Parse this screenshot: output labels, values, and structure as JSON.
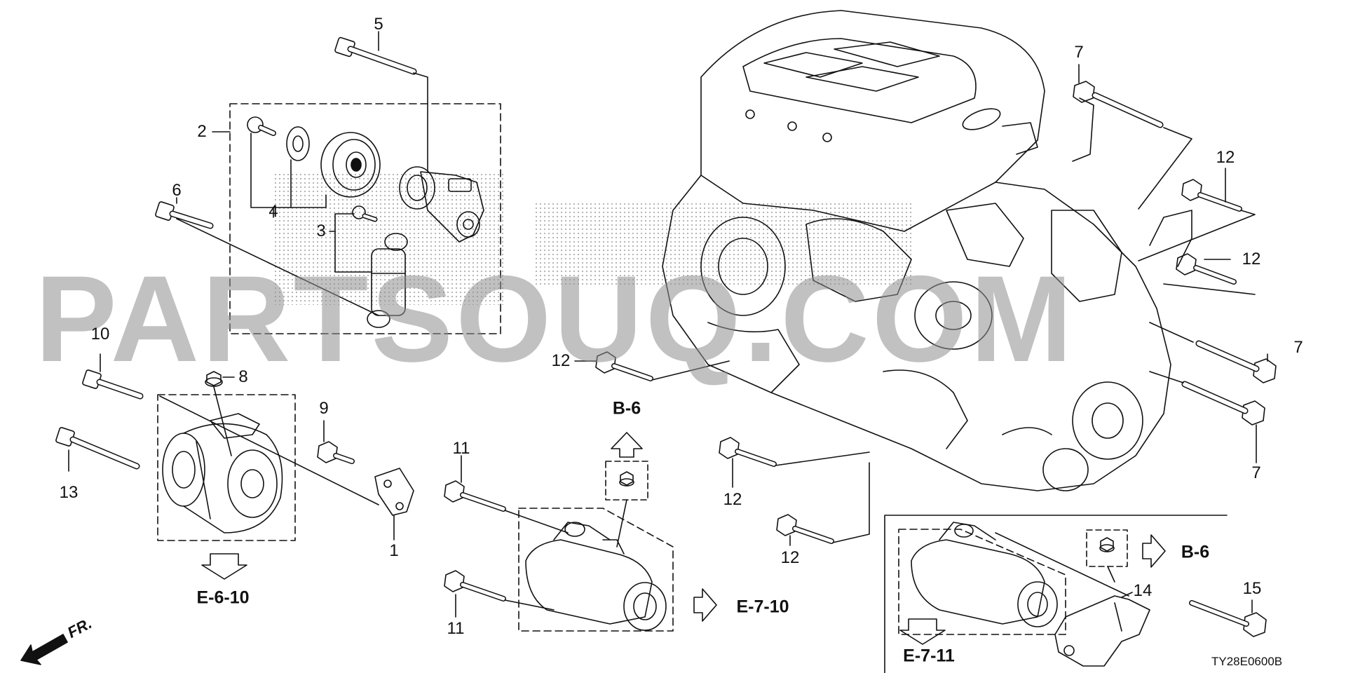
{
  "callouts": [
    "5",
    "2",
    "6",
    "4",
    "3",
    "10",
    "8",
    "9",
    "13",
    "1",
    "11",
    "11",
    "12",
    "7",
    "12",
    "12",
    "7",
    "7",
    "12",
    "12",
    "14",
    "15"
  ],
  "reference_labels": [
    "B-6",
    "E-6-10",
    "E-7-10",
    "B-6",
    "E-7-11"
  ],
  "front_marker": "FR.",
  "diagram_code": "TY28E0600B",
  "watermark": "PARTSOUQ.COM",
  "colors": {
    "line": "#111111",
    "watermark": "#8f8f8f",
    "background": "#ffffff"
  }
}
